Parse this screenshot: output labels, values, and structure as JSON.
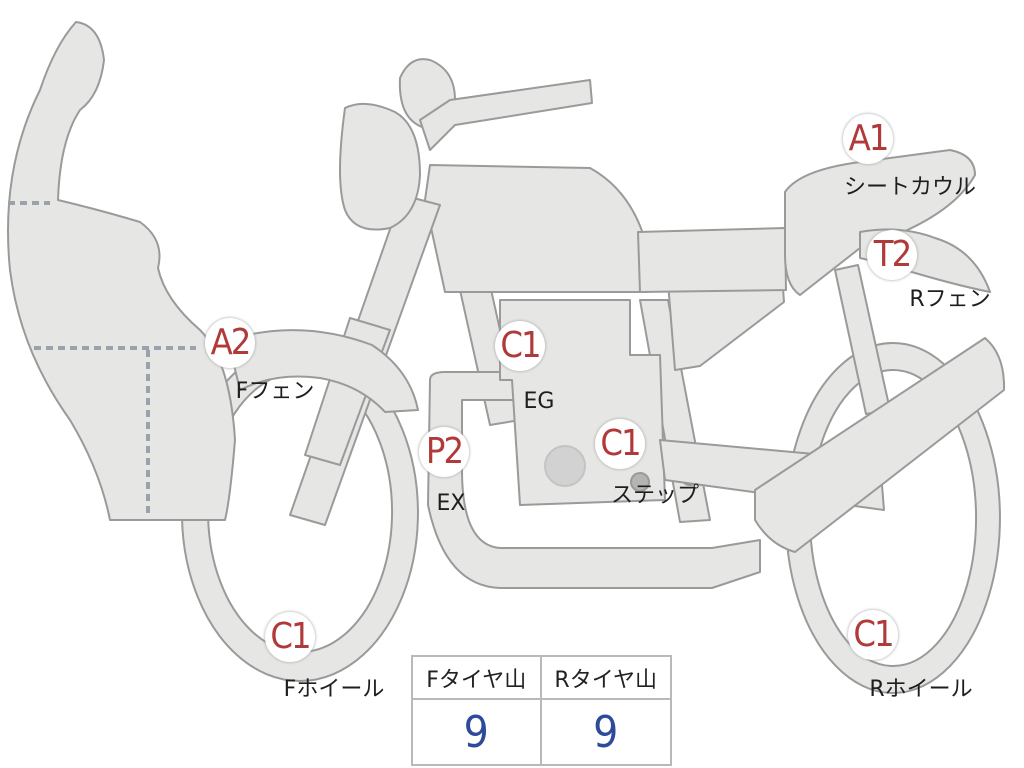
{
  "colors": {
    "body_fill": "#e6e6e4",
    "body_stroke": "#9a9a9a",
    "grade_text": "#b03a3a",
    "value_text": "#2e4a9a"
  },
  "parts": [
    {
      "id": "seat-cowl",
      "grade": "A1",
      "label": "シートカウル"
    },
    {
      "id": "rear-fender",
      "grade": "T2",
      "label": "Rフェン"
    },
    {
      "id": "front-fender",
      "grade": "A2",
      "label": "Fフェン"
    },
    {
      "id": "engine",
      "grade": "C1",
      "label": "EG"
    },
    {
      "id": "step",
      "grade": "C1",
      "label": "ステップ"
    },
    {
      "id": "exhaust",
      "grade": "P2",
      "label": "EX"
    },
    {
      "id": "front-wheel",
      "grade": "C1",
      "label": "Fホイール"
    },
    {
      "id": "rear-wheel",
      "grade": "C1",
      "label": "Rホイール"
    }
  ],
  "tire_table": {
    "headers": [
      "Fタイヤ山",
      "Rタイヤ山"
    ],
    "values": [
      "9",
      "9"
    ]
  }
}
